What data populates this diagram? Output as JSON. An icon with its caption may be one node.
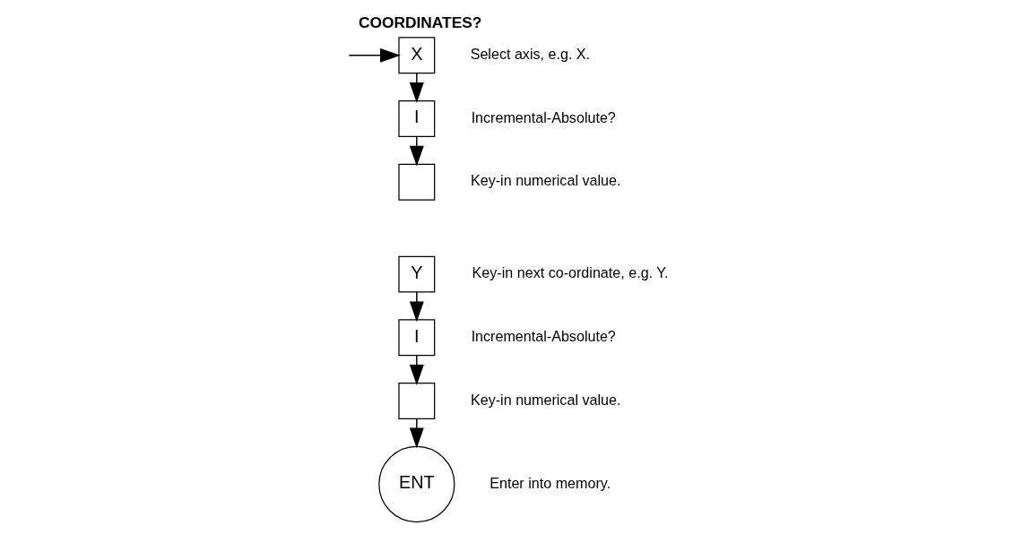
{
  "diagram": {
    "title": "COORDINATES?",
    "nodes": [
      {
        "text": [
          "X"
        ],
        "beside": [
          "Select axis, e.g. X."
        ]
      },
      {
        "text": [
          "I"
        ],
        "beside": [
          "Incremental-Absolute?"
        ]
      },
      {
        "text": [],
        "shape": "box",
        "beside": [
          "Key-in numerical value."
        ]
      },
      {
        "text": [
          "Y"
        ],
        "beside": [
          "Key-in next co-ordinate, e.g. Y."
        ]
      },
      {
        "text": [
          "I"
        ],
        "beside": [
          "Incremental-Absolute?"
        ]
      },
      {
        "text": [],
        "shape": "box",
        "beside": [
          "Key-in numerical value."
        ]
      },
      {
        "text": [
          "ENT"
        ],
        "beside": [
          "Enter into memory."
        ]
      }
    ],
    "edges": [
      {
        "from": null,
        "to": 0,
        "arrow": "to"
      },
      {
        "from": 0,
        "to": 1,
        "arrow": "to"
      },
      {
        "from": 1,
        "to": 2,
        "arrow": "to"
      },
      {
        "from": 3,
        "to": 4,
        "arrow": "to"
      },
      {
        "from": 4,
        "to": 5,
        "arrow": "to"
      },
      {
        "from": 5,
        "to": 6,
        "arrow": "to"
      }
    ]
  }
}
